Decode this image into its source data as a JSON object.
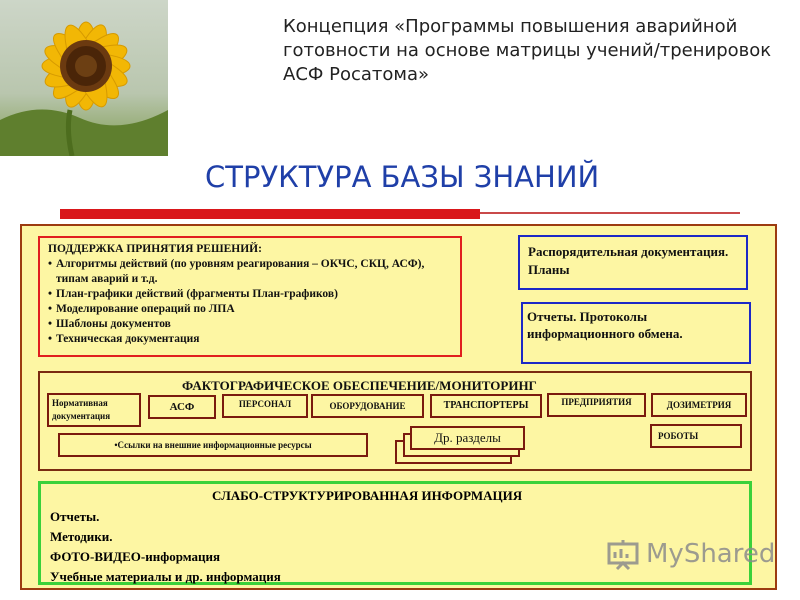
{
  "header": {
    "title": "Концепция «Программы повышения аварийной готовности на основе матрицы учений/тренировок АСФ Росатома»"
  },
  "section_title": "СТРУКТУРА БАЗЫ ЗНАНИЙ",
  "decision_support": {
    "title": "ПОДДЕРЖКА ПРИНЯТИЯ РЕШЕНИЙ:",
    "items": [
      "Алгоритмы действий (по уровням реагирования – ОКЧС, СКЦ, АСФ), типам аварий и т.д.",
      "План-графики действий (фрагменты План-графиков)",
      "Моделирование операций по ЛПА",
      "Шаблоны документов",
      "Техническая документация"
    ]
  },
  "admin_docs": "Распорядительная документация. Планы",
  "reports_box": "Отчеты. Протоколы информационного обмена.",
  "factographic": {
    "title": "ФАКТОГРАФИЧЕСКОЕ ОБЕСПЕЧЕНИЕ/МОНИТОРИНГ",
    "normative": "Нормативная документация",
    "asf": "АСФ",
    "personnel": "ПЕРСОНАЛ",
    "equipment": "ОБОРУДОВАНИЕ",
    "transporters": "ТРАНСПОРТЕРЫ",
    "enterprises": "ПРЕДПРИЯТИЯ",
    "dosimetry": "ДОЗИМЕТРИЯ",
    "robots": "РОБОТЫ",
    "links": "Ссылки на внешние информационные ресурсы",
    "other_sections": "Др. разделы"
  },
  "weakly_structured": {
    "title": "СЛАБО-СТРУКТУРИРОВАННАЯ ИНФОРМАЦИЯ",
    "items": [
      "Отчеты.",
      "Методики.",
      "ФОТО-ВИДЕО-информация",
      "Учебные материалы и др. информация"
    ]
  },
  "watermark": "MyShared",
  "colors": {
    "panel_fill": "#fdf6a3",
    "panel_border": "#9c3b10",
    "red_border": "#e01e1e",
    "blue_border": "#1c28c6",
    "green_border": "#3ad13a",
    "title_blue": "#1f3fa8",
    "accent_bar": "#d9171b"
  }
}
